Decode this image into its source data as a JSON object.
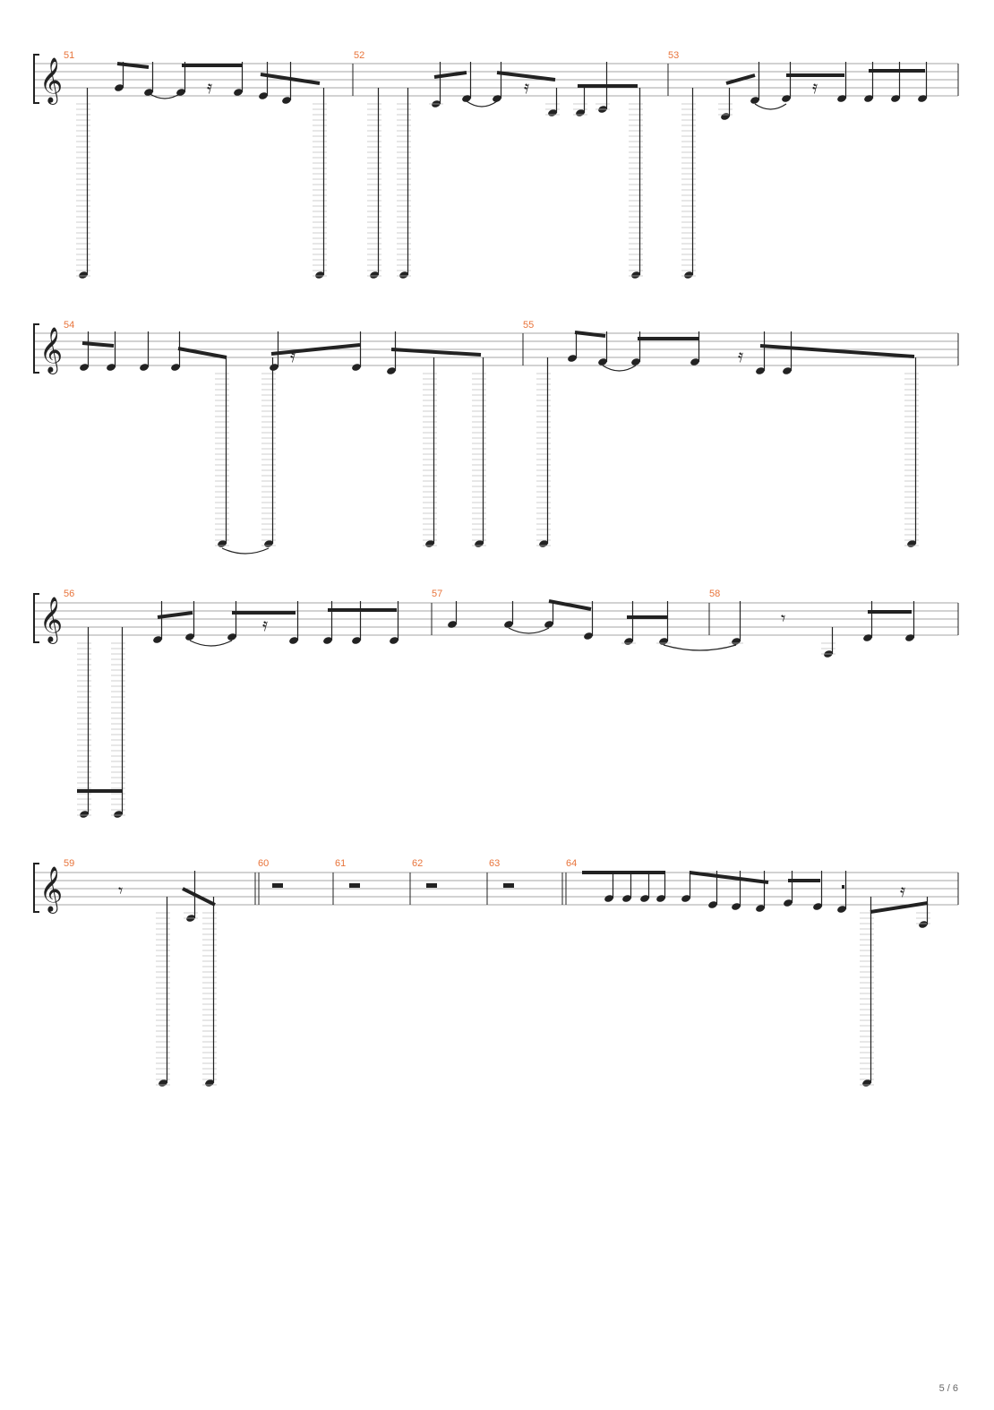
{
  "page": {
    "number_label": "5 / 6",
    "measure_number_color": "#e8743b",
    "ink_color": "#222222"
  },
  "systems": [
    {
      "measures": [
        {
          "number": "51"
        },
        {
          "number": "52"
        },
        {
          "number": "53"
        }
      ]
    },
    {
      "measures": [
        {
          "number": "54"
        },
        {
          "number": "55"
        }
      ]
    },
    {
      "measures": [
        {
          "number": "56"
        },
        {
          "number": "57"
        },
        {
          "number": "58"
        }
      ]
    },
    {
      "measures": [
        {
          "number": "59"
        },
        {
          "number": "60"
        },
        {
          "number": "61"
        },
        {
          "number": "62"
        },
        {
          "number": "63"
        },
        {
          "number": "64"
        }
      ]
    }
  ],
  "icons": {
    "clef": "treble-clef-icon",
    "bracket": "system-bracket-icon"
  }
}
